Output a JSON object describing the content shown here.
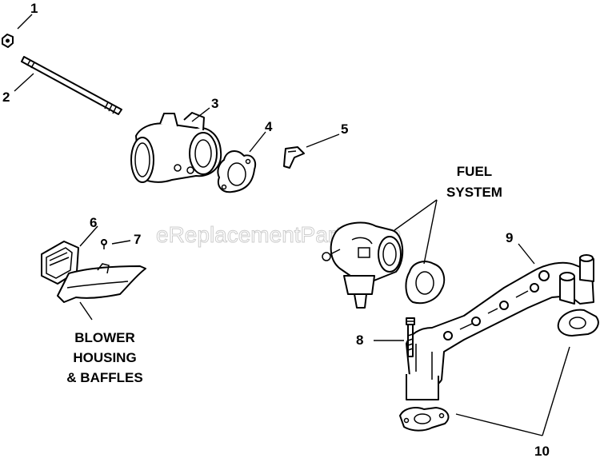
{
  "watermark": "eReplacementParts.com",
  "callouts": {
    "c1": "1",
    "c2": "2",
    "c3": "3",
    "c4": "4",
    "c5": "5",
    "c6": "6",
    "c7": "7",
    "c8": "8",
    "c9": "9",
    "c10": "10"
  },
  "groups": {
    "fuel_line1": "FUEL",
    "fuel_line2": "SYSTEM",
    "blower_line1": "BLOWER",
    "blower_line2": "HOUSING",
    "blower_line3": "& BAFFLES"
  }
}
